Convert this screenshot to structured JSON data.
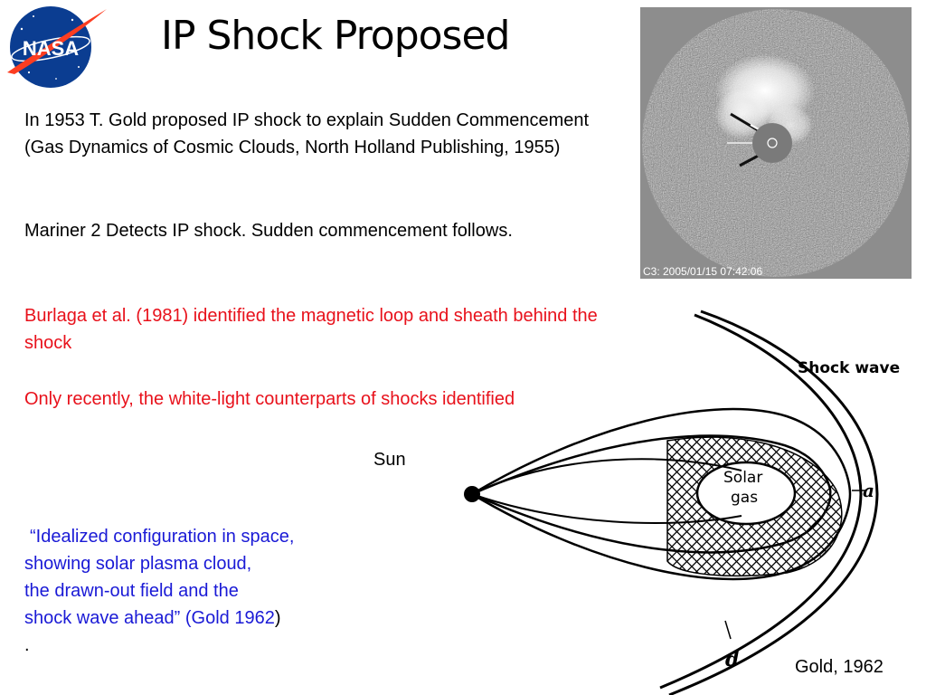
{
  "title": "IP Shock Proposed",
  "paragraphs": {
    "p1": "In 1953 T. Gold proposed IP shock to explain Sudden Commencement (Gas Dynamics of Cosmic Clouds, North Holland Publishing, 1955)",
    "p2": "Mariner 2 Detects IP shock. Sudden commencement follows.",
    "p3": "Burlaga et al. (1981) identified the magnetic loop and sheath behind the shock",
    "p4": "Only recently, the white-light counterparts of shocks identified"
  },
  "quote": {
    "line1": "“Idealized configuration in space,",
    "line2": "showing solar plasma cloud,",
    "line3": "the drawn-out field and the",
    "line4": "shock wave ahead”  (Gold 1962",
    "close": ")",
    "dot": "."
  },
  "sun_label": "Sun",
  "image_timestamp": "C3: 2005/01/15 07:42:06",
  "credit": "Gold, 1962",
  "diagram_labels": {
    "shock": "Shock wave",
    "solar1": "Solar",
    "solar2": "gas",
    "a": "a",
    "d": "d"
  },
  "logo_text": "NASA",
  "colors": {
    "red_text": "#e8111b",
    "blue_text": "#1a1ad6",
    "nasa_blue": "#0b3d91",
    "nasa_red": "#fc3d21"
  }
}
